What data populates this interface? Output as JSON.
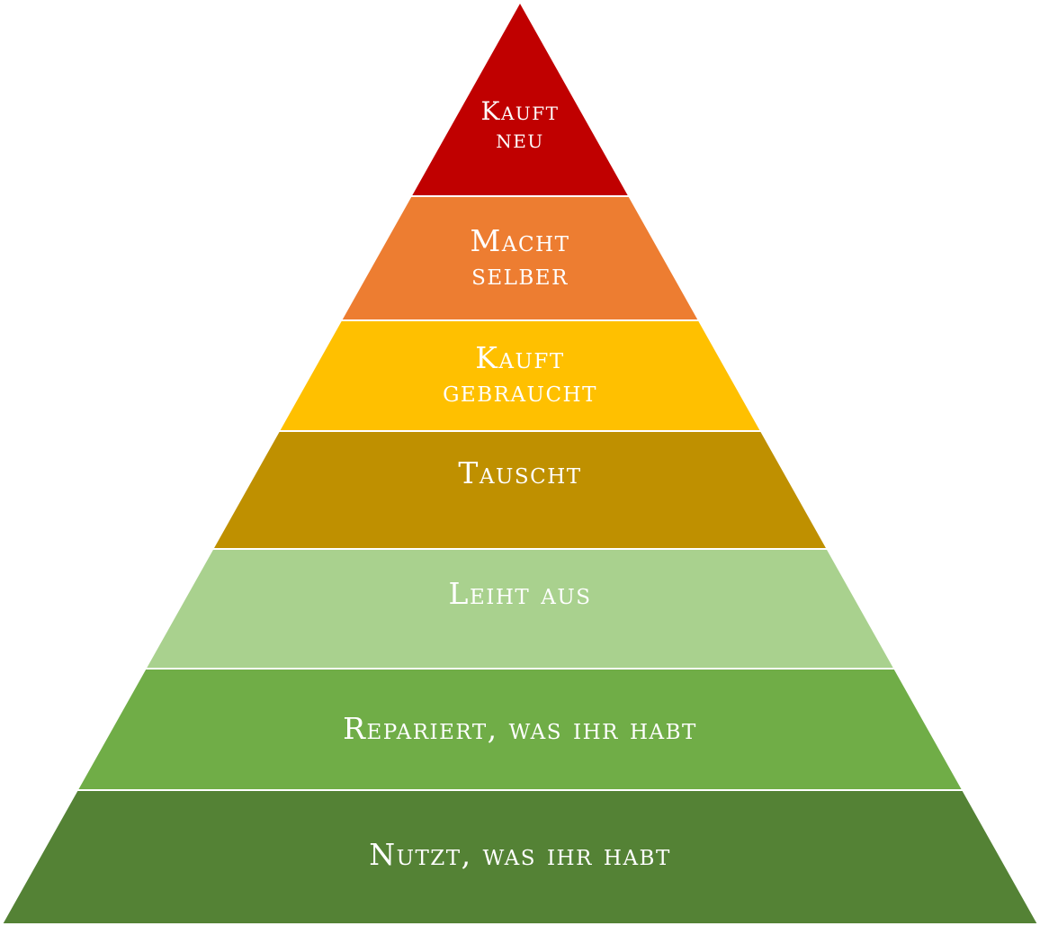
{
  "tiers": [
    {
      "label": "Kauft\nneu",
      "color": "#C00000"
    },
    {
      "label": "Macht\nselber",
      "color": "#ED7D31"
    },
    {
      "label": "Kauft\ngebraucht",
      "color": "#FFC000"
    },
    {
      "label": "Tauscht",
      "color": "#BF9000"
    },
    {
      "label": "Leiht aus",
      "color": "#A9D18E"
    },
    {
      "label": "Repariert, was ihr habt",
      "color": "#70AD47"
    },
    {
      "label": "Nutzt, was ihr habt",
      "color": "#548235"
    }
  ]
}
